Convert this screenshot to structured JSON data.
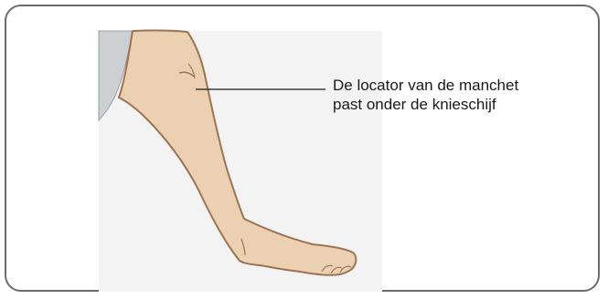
{
  "callout": {
    "line1": "De locator van de manchet",
    "line2": "past onder de knieschijf"
  },
  "colors": {
    "frame_border": "#6b6b6b",
    "panel_background": "#f3f3f3",
    "skin": "#ecd0b2",
    "skin_outline": "#9c7452",
    "garment": "#cdd0d3",
    "leader_line": "#1a1a1a"
  },
  "icons": {
    "illustration": "leg-illustration"
  }
}
